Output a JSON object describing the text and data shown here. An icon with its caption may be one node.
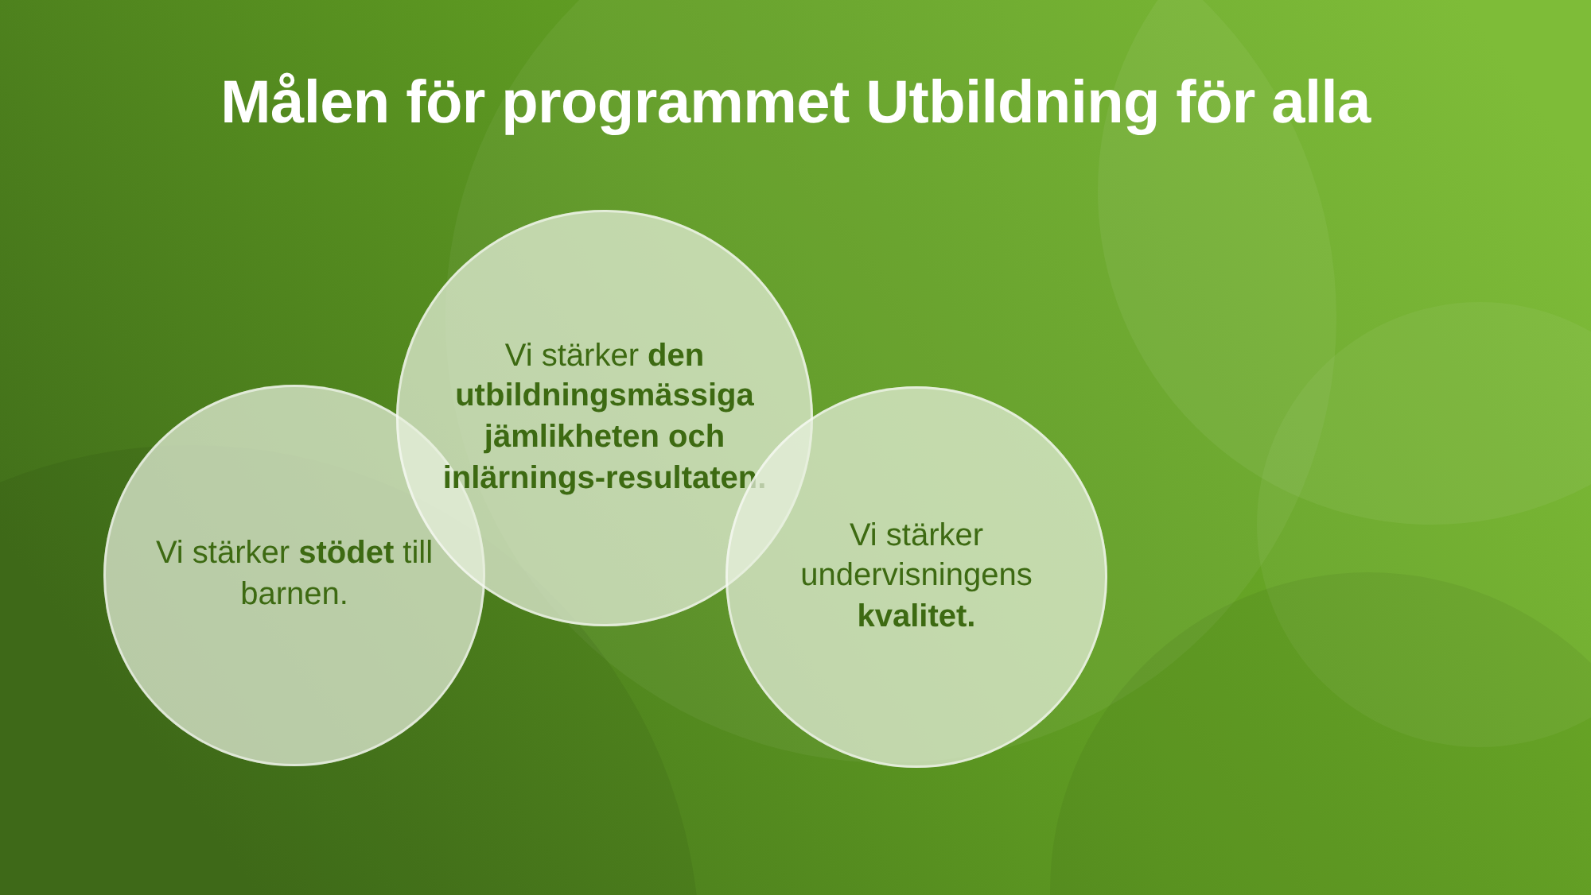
{
  "diagram": {
    "title": "Målen för programmet Utbildning för alla",
    "nodes": [
      {
        "text": [
          "Vi stärker **stödet** till barnen."
        ]
      },
      {
        "text": [
          "Vi stärker **den utbildningsmässiga jämlikheten och inlärnings-resultaten.**"
        ]
      },
      {
        "text": [
          "Vi stärker undervisningens **kvalitet.**"
        ]
      }
    ]
  }
}
